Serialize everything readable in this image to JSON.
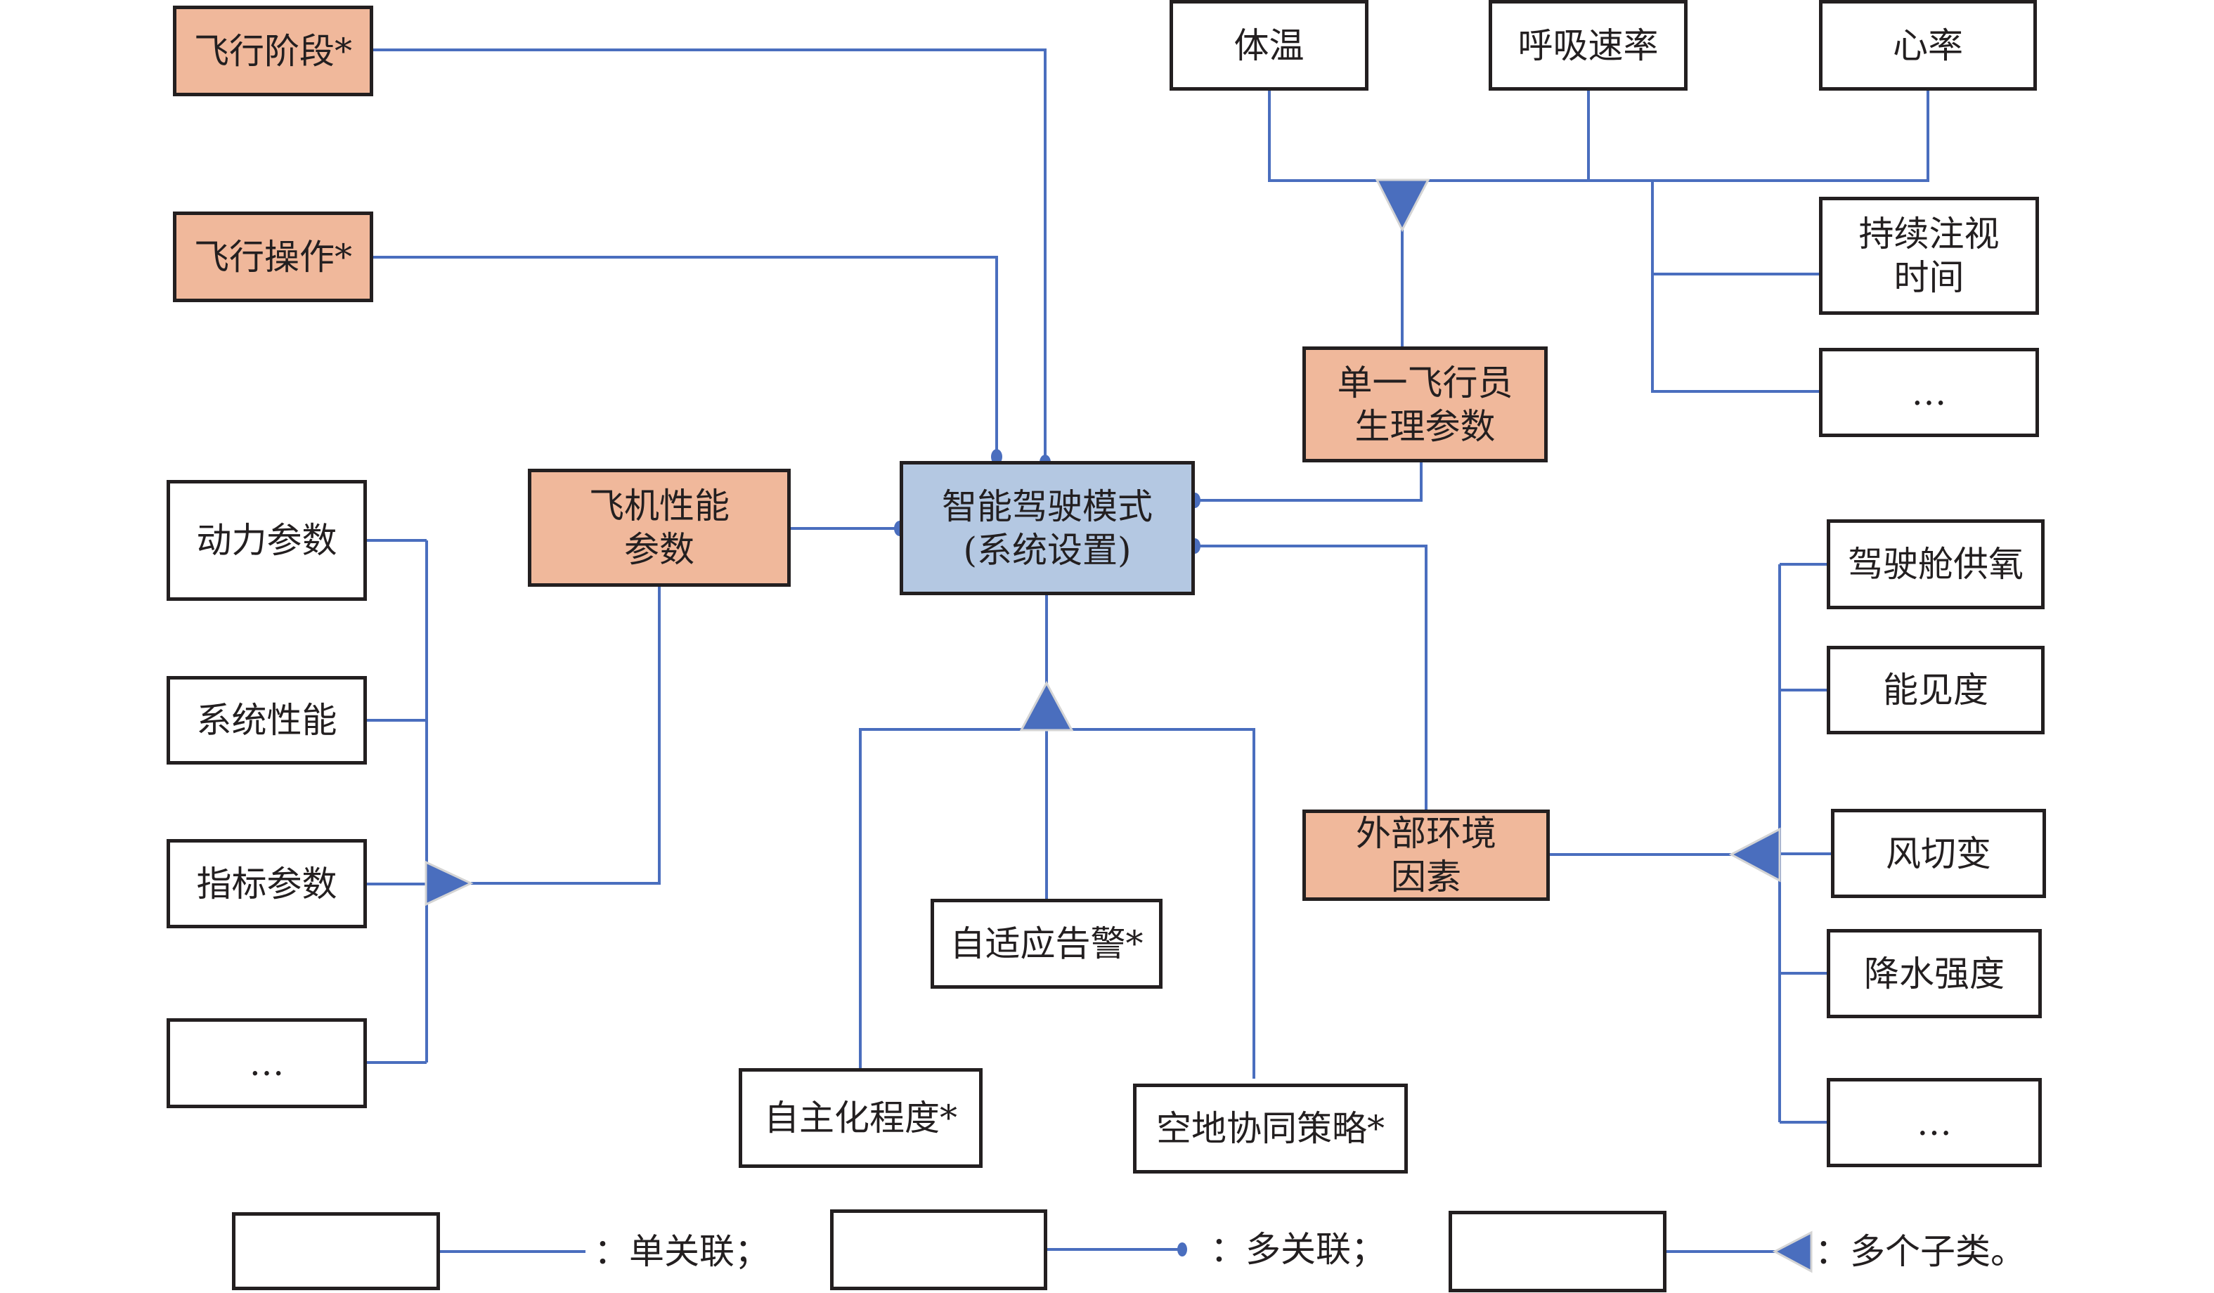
{
  "diagram": {
    "title": "智能驾驶模式关联模型",
    "colors": {
      "connector": "#4A6EBE",
      "core_fill": "#B4C8E2",
      "factor_fill": "#F0B89B",
      "attribute_fill": "#FFFFFF",
      "border": "#231F20"
    },
    "core": {
      "label": "智能驾驶模式\n(系统设置)"
    },
    "factors": {
      "flight_phase": {
        "label": "飞行阶段*"
      },
      "flight_operation": {
        "label": "飞行操作*"
      },
      "aircraft_performance": {
        "label": "飞机性能\n参数"
      },
      "pilot_physiology": {
        "label": "单一飞行员\n生理参数"
      },
      "external_environment": {
        "label": "外部环境\n因素"
      }
    },
    "aircraft_performance_subclasses": [
      {
        "label": "动力参数"
      },
      {
        "label": "系统性能"
      },
      {
        "label": "指标参数"
      },
      {
        "label": "…"
      }
    ],
    "pilot_physiology_subclasses": [
      {
        "label": "体温"
      },
      {
        "label": "呼吸速率"
      },
      {
        "label": "心率"
      },
      {
        "label": "持续注视\n时间"
      },
      {
        "label": "…"
      }
    ],
    "external_environment_subclasses": [
      {
        "label": "驾驶舱供氧"
      },
      {
        "label": "能见度"
      },
      {
        "label": "风切变"
      },
      {
        "label": "降水强度"
      },
      {
        "label": "…"
      }
    ],
    "core_subclasses": [
      {
        "label": "自适应告警*"
      },
      {
        "label": "自主化程度*"
      },
      {
        "label": "空地协同策略*"
      }
    ],
    "relations": [
      {
        "from": "飞行阶段*",
        "to": "智能驾驶模式",
        "type": "多关联"
      },
      {
        "from": "飞行操作*",
        "to": "智能驾驶模式",
        "type": "多关联"
      },
      {
        "from": "飞机性能参数",
        "to": "智能驾驶模式",
        "type": "多关联"
      },
      {
        "from": "单一飞行员生理参数",
        "to": "智能驾驶模式",
        "type": "多关联"
      },
      {
        "from": "外部环境因素",
        "to": "智能驾驶模式",
        "type": "多关联"
      }
    ],
    "legend": [
      {
        "symbol": "single-association",
        "text": "：单关联；"
      },
      {
        "symbol": "multi-association",
        "text": "：多关联；"
      },
      {
        "symbol": "multiple-subclasses",
        "text": "：多个子类。"
      }
    ]
  }
}
